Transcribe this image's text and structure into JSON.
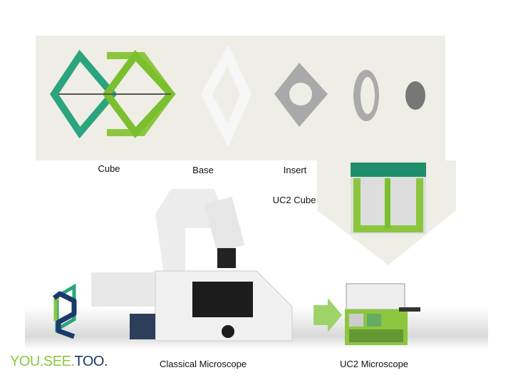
{
  "labels": {
    "cube": "Cube",
    "base": "Base",
    "insert": "Insert",
    "uc2_cube": "UC2 Cube",
    "classical_microscope": "Classical Microscope",
    "uc2_microscope": "UC2 Microscope"
  },
  "logo": {
    "part1": "YOU.SEE.",
    "part2": "TOO."
  },
  "colors": {
    "panel": "#efeee6",
    "teal": "#2aa57e",
    "lime": "#8cc63f",
    "navy": "#1b3a6b",
    "arrow_green": "#9ed36a"
  }
}
